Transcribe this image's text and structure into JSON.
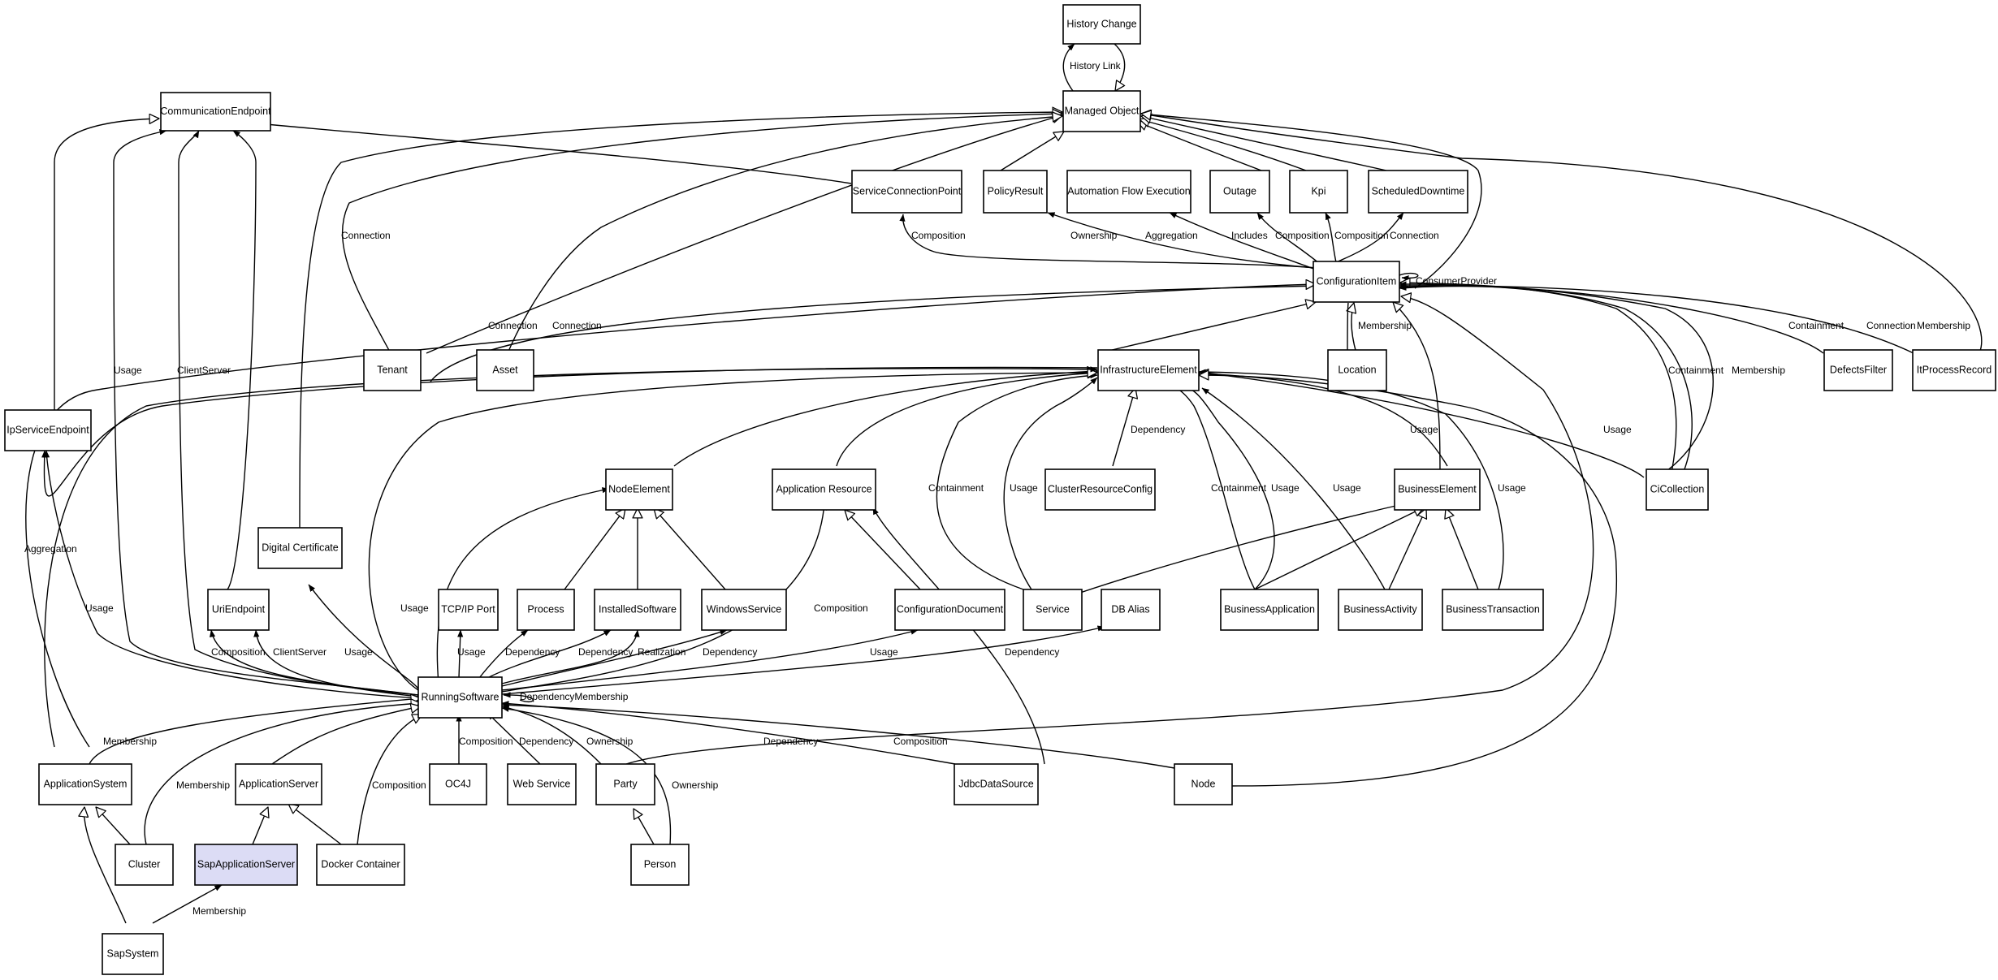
{
  "nodes": {
    "history_change": "History Change",
    "managed_object": "Managed Object",
    "communication_endpoint": "CommunicationEndpoint",
    "service_connection_point": "ServiceConnectionPoint",
    "policy_result": "PolicyResult",
    "automation_flow_execution": "Automation Flow Execution",
    "outage": "Outage",
    "kpi": "Kpi",
    "scheduled_downtime": "ScheduledDowntime",
    "configuration_item": "ConfigurationItem",
    "tenant": "Tenant",
    "asset": "Asset",
    "infrastructure_element": "InfrastructureElement",
    "location": "Location",
    "defects_filter": "DefectsFilter",
    "it_process_record": "ItProcessRecord",
    "ip_service_endpoint": "IpServiceEndpoint",
    "node_element": "NodeElement",
    "application_resource": "Application Resource",
    "cluster_resource_config": "ClusterResourceConfig",
    "business_element": "BusinessElement",
    "ci_collection": "CiCollection",
    "digital_certificate": "Digital Certificate",
    "uri_endpoint": "UriEndpoint",
    "tcpip_port": "TCP/IP Port",
    "process": "Process",
    "installed_software": "InstalledSoftware",
    "windows_service": "WindowsService",
    "configuration_document": "ConfigurationDocument",
    "service": "Service",
    "db_alias": "DB Alias",
    "business_application": "BusinessApplication",
    "business_activity": "BusinessActivity",
    "business_transaction": "BusinessTransaction",
    "running_software": "RunningSoftware",
    "application_system": "ApplicationSystem",
    "application_server": "ApplicationServer",
    "oc4j": "OC4J",
    "web_service": "Web Service",
    "party": "Party",
    "jdbc_data_source": "JdbcDataSource",
    "node": "Node",
    "cluster": "Cluster",
    "sap_application_server": "SapApplicationServer",
    "docker_container": "Docker Container",
    "person": "Person",
    "sap_system": "SapSystem"
  },
  "edge_labels": {
    "history_link": "History Link",
    "connection": "Connection",
    "composition": "Composition",
    "ownership": "Ownership",
    "aggregation": "Aggregation",
    "includes": "Includes",
    "consumer_provider": "ConsumerProvider",
    "membership": "Membership",
    "containment": "Containment",
    "usage": "Usage",
    "client_server": "ClientServer",
    "dependency": "Dependency",
    "realization": "Realization",
    "dependency_membership": "DependencyMembership"
  },
  "colors": {
    "highlight_fill": "#dcdcf5",
    "line": "#000000",
    "background": "#ffffff"
  }
}
